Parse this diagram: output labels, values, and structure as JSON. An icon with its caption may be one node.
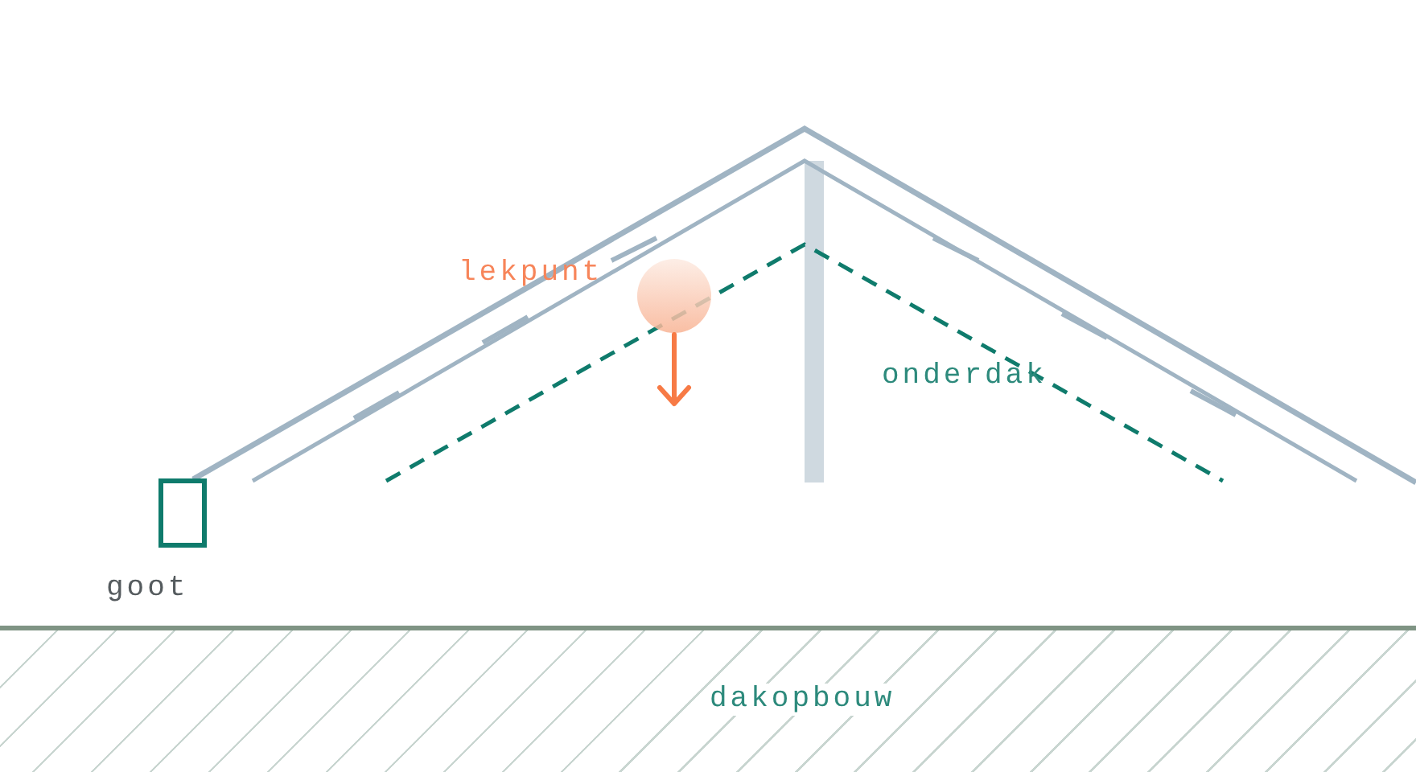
{
  "diagram": {
    "nodes": [
      {
        "text": [
          "dakopbouw"
        ]
      }
    ],
    "labels": [
      "lekpunt",
      "onderdak",
      "goot"
    ]
  }
}
